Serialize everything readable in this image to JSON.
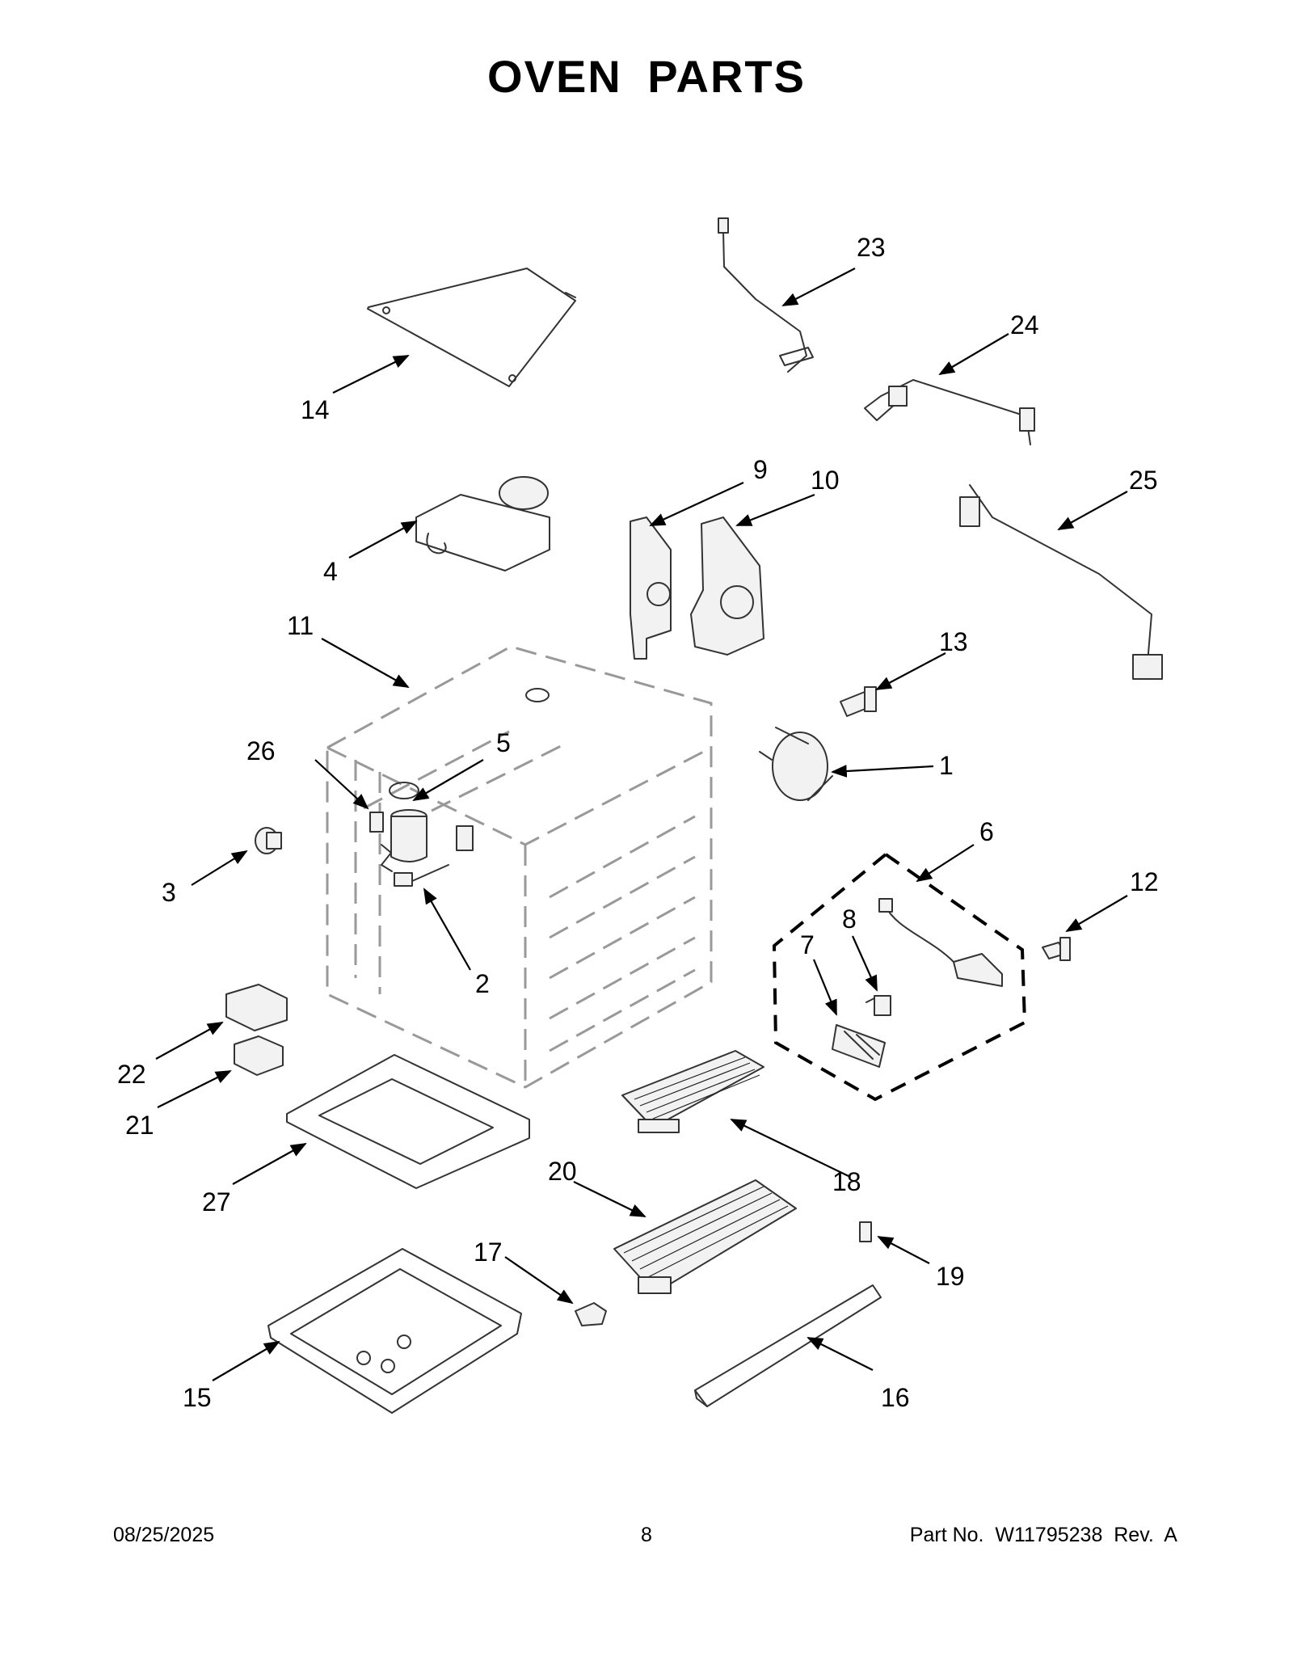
{
  "title": "OVEN PARTS",
  "footer": {
    "date": "08/25/2025",
    "page": "8",
    "part_no": "Part No.  W11795238  Rev.  A"
  },
  "callouts": [
    "1",
    "2",
    "3",
    "4",
    "5",
    "6",
    "7",
    "8",
    "9",
    "10",
    "11",
    "12",
    "13",
    "14",
    "15",
    "16",
    "17",
    "18",
    "19",
    "20",
    "21",
    "22",
    "23",
    "24",
    "25",
    "26",
    "27"
  ]
}
